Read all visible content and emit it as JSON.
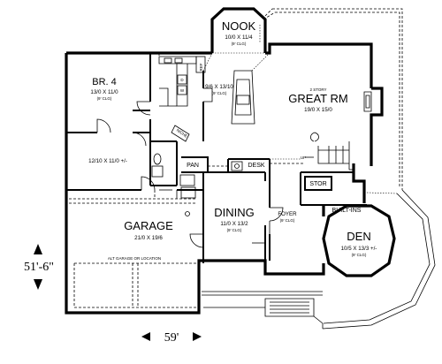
{
  "rooms": {
    "nook": {
      "name": "NOOK",
      "dims": "10/0 X 11/4",
      "ceiling": "(9' CLG)"
    },
    "great": {
      "note": "2 STORY",
      "name": "GREAT RM",
      "dims": "19/0 X 15/0"
    },
    "br4": {
      "name": "BR. 4",
      "dims": "13/0 X 11/0",
      "ceiling": "(9' CLG)"
    },
    "kitchen": {
      "dims": "9/6 X 13/10",
      "ceiling": "(9' CLG)"
    },
    "garage": {
      "name": "GARAGE",
      "dims": "21/0 X 19/6",
      "alt": "ALT GARAGE OR LOCATION"
    },
    "dining": {
      "name": "DINING",
      "dims": "11/0 X 13/2",
      "ceiling": "(9' CLG)"
    },
    "foyer": {
      "name": "FOYER",
      "ceiling": "(9' CLG)"
    },
    "den": {
      "name": "DEN",
      "dims": "10/5 X 13/3 +/-",
      "ceiling": "(9' CLG)"
    },
    "mud": {
      "dims": "12/10 X 11/0 +/-"
    }
  },
  "small_labels": {
    "ref": "REF",
    "niche": "NICHE",
    "pan": "PAN",
    "desk": "DESK",
    "stor": "STOR",
    "builtins": "BUILT-INS",
    "up": "UP",
    "d": "D",
    "w": "W"
  },
  "dimensions": {
    "depth": "51'-6\"",
    "width": "59'"
  }
}
